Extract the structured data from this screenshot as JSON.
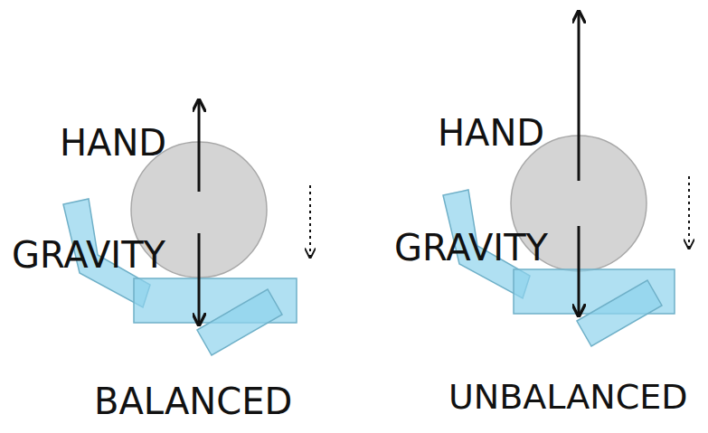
{
  "diagram": {
    "labels": [
      "HAND",
      "GRAVITY",
      "BALANCED",
      "HAND",
      "GRAVITY",
      "UNBALANCED"
    ]
  }
}
